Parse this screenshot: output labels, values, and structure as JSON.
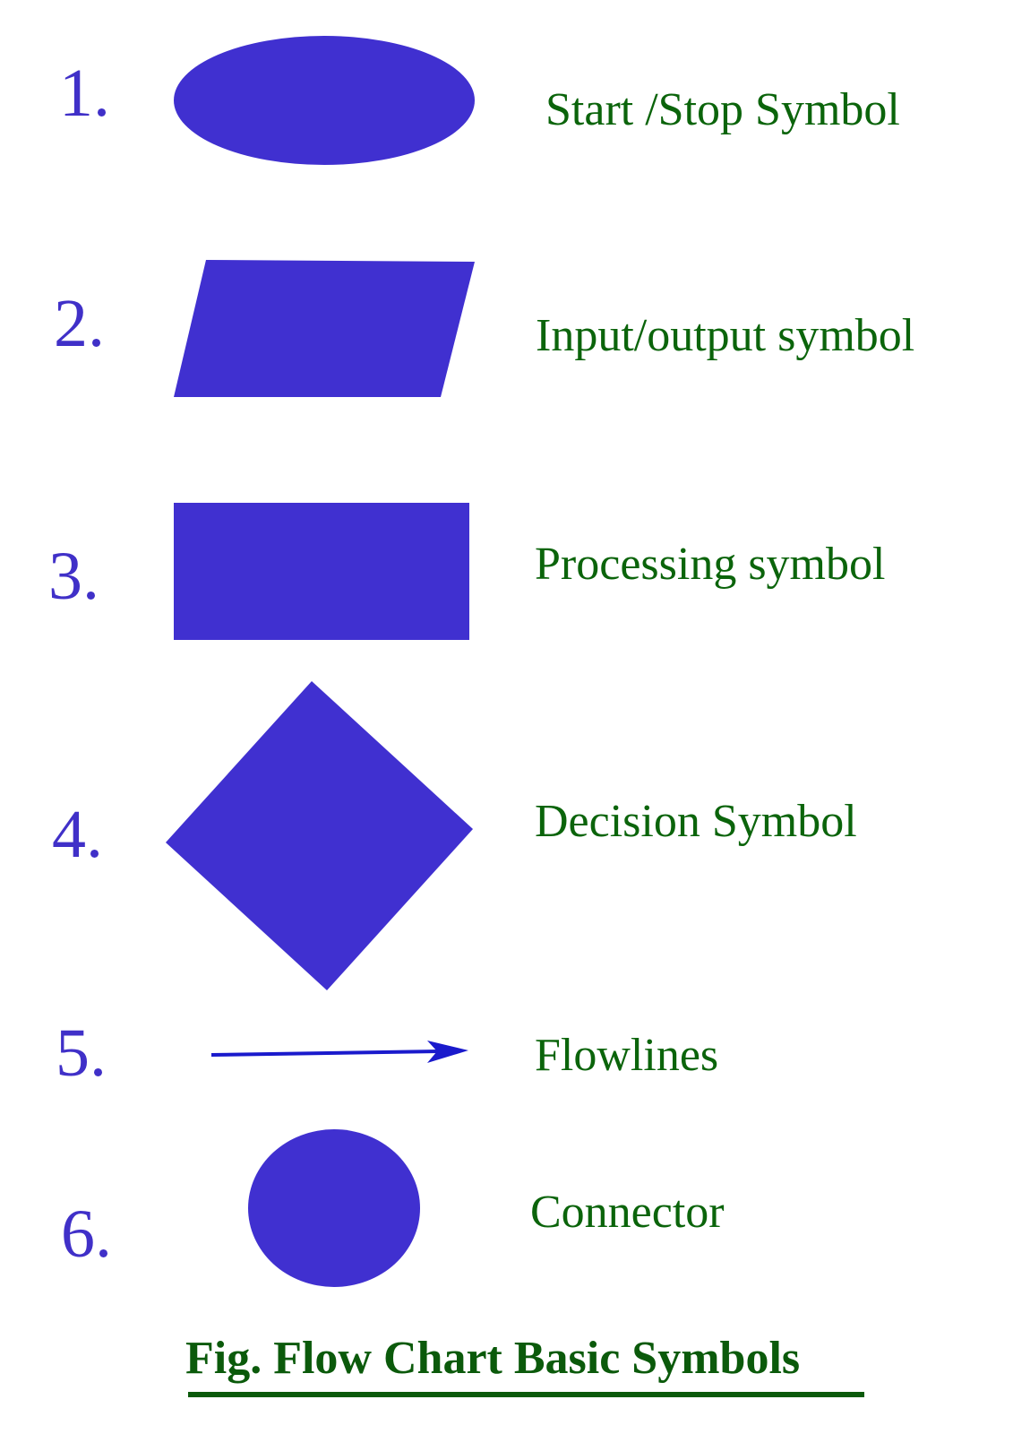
{
  "colors": {
    "shape_fill": "#4030d0",
    "number": "#4030c8",
    "label": "#0b640b",
    "caption": "#0b5a0b",
    "arrow": "#1a1acc"
  },
  "items": [
    {
      "number": "1.",
      "label": "Start /Stop Symbol",
      "shape": "ellipse-icon"
    },
    {
      "number": "2.",
      "label": "Input/output symbol",
      "shape": "parallelogram-icon"
    },
    {
      "number": "3.",
      "label": "Processing symbol",
      "shape": "rectangle-icon"
    },
    {
      "number": "4.",
      "label": "Decision Symbol",
      "shape": "diamond-icon"
    },
    {
      "number": "5.",
      "label": "Flowlines",
      "shape": "arrow-icon"
    },
    {
      "number": "6.",
      "label": "Connector",
      "shape": "circle-icon"
    }
  ],
  "caption": "Fig. Flow Chart Basic  Symbols"
}
